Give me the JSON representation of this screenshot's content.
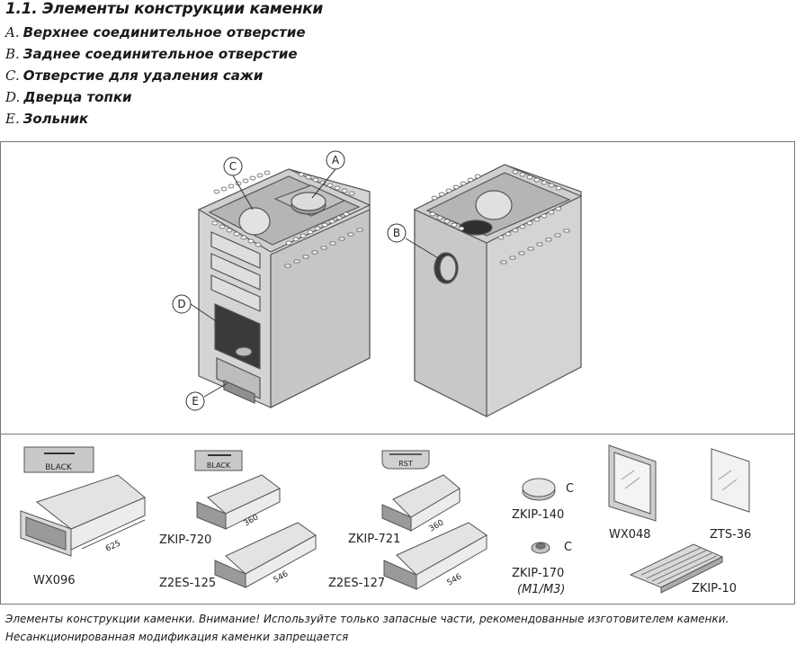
{
  "title": "1.1. Элементы конструкции каменки",
  "legend": [
    {
      "letter": "A.",
      "text": "Верхнее соединительное отверстие"
    },
    {
      "letter": "B.",
      "text": "Заднее соединительное отверстие"
    },
    {
      "letter": "C.",
      "text": "Отверстие для удаления сажи"
    },
    {
      "letter": "D.",
      "text": "Дверца топки"
    },
    {
      "letter": "E.",
      "text": "Зольник"
    }
  ],
  "callouts": {
    "a": "A",
    "b": "B",
    "c": "C",
    "d": "D",
    "e": "E"
  },
  "parts": {
    "wx096": {
      "code": "WX096",
      "badge": "BLACK",
      "dim": "625"
    },
    "zkip720": {
      "code": "ZKIP-720",
      "badge": "BLACK",
      "dim": "360"
    },
    "z2es125": {
      "code": "Z2ES-125",
      "dim": "546"
    },
    "zkip721": {
      "code": "ZKIP-721",
      "badge": "RST",
      "dim": "360"
    },
    "z2es127": {
      "code": "Z2ES-127",
      "dim": "546"
    },
    "zkip140": {
      "code": "ZKIP-140",
      "mark": "C"
    },
    "zkip170": {
      "code": "ZKIP-170",
      "mark": "C",
      "note": "(M1/M3)"
    },
    "wx048": {
      "code": "WX048"
    },
    "zts36": {
      "code": "ZTS-36"
    },
    "zkip10": {
      "code": "ZKIP-10"
    }
  },
  "footer": {
    "line1": "Элементы конструкции каменки. Внимание! Используйте только запасные части, рекомендованные изготовителем каменки.",
    "line2": "Несанкционированная модификация каменки запрещается"
  }
}
